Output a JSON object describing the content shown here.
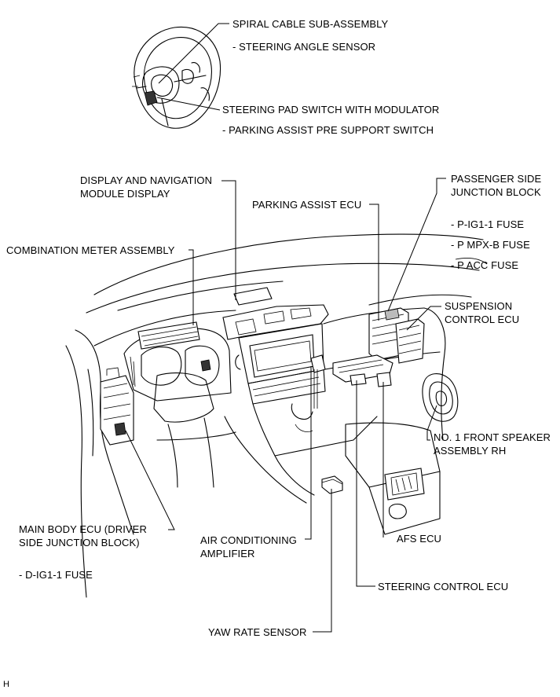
{
  "labels": {
    "spiral_cable": "SPIRAL CABLE SUB-ASSEMBLY",
    "steering_angle_sensor": "- STEERING ANGLE SENSOR",
    "steering_pad_switch": "STEERING PAD SWITCH WITH MODULATOR",
    "parking_assist_pre_support_switch": "- PARKING ASSIST PRE SUPPORT SWITCH",
    "display_nav_line1": "DISPLAY AND NAVIGATION",
    "display_nav_line2": "MODULE DISPLAY",
    "parking_assist_ecu": "PARKING ASSIST ECU",
    "passenger_jb_line1": "PASSENGER SIDE",
    "passenger_jb_line2": "JUNCTION BLOCK",
    "p_ig1_1_fuse": "- P-IG1-1 FUSE",
    "p_mpx_b_fuse": "- P MPX-B FUSE",
    "p_acc_fuse": "- P ACC FUSE",
    "combination_meter": "COMBINATION METER ASSEMBLY",
    "suspension_ecu_line1": "SUSPENSION",
    "suspension_ecu_line2": "CONTROL ECU",
    "front_speaker_line1": "NO. 1 FRONT SPEAKER",
    "front_speaker_line2": "ASSEMBLY RH",
    "main_body_ecu_line1": "MAIN BODY ECU (DRIVER",
    "main_body_ecu_line2": "SIDE JUNCTION BLOCK)",
    "d_ig1_1_fuse": "- D-IG1-1 FUSE",
    "air_conditioning_line1": "AIR CONDITIONING",
    "air_conditioning_line2": "AMPLIFIER",
    "afs_ecu": "AFS ECU",
    "steering_control_ecu": "STEERING CONTROL ECU",
    "yaw_rate_sensor": "YAW RATE SENSOR",
    "corner_code": "H"
  }
}
